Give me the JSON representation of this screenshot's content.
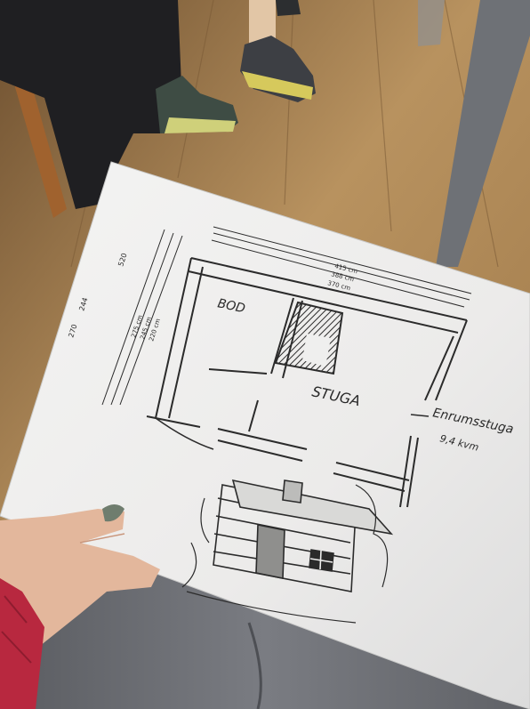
{
  "photo": {
    "subject": "hand-drawn floor plan sheet",
    "colors": {
      "floor": "#b08a5e",
      "paper": "#efefee",
      "ink": "#2b2b2b",
      "trousers": "#6c6e73",
      "sleeve": "#b8283f",
      "skin": "#e3b79c",
      "nail": "#6f7d6e"
    }
  },
  "sheet": {
    "margin_numbers": [
      "520",
      "244",
      "270"
    ],
    "dimension_labels": [
      "415 cm",
      "388 cm",
      "370 cm",
      "275 cm",
      "245 cm",
      "220 cm"
    ],
    "room_labels": {
      "bod": "BOD",
      "stuga": "STUGA"
    },
    "annotation_title": "Enrumsstuga",
    "annotation_area": "9,4 kvm"
  }
}
